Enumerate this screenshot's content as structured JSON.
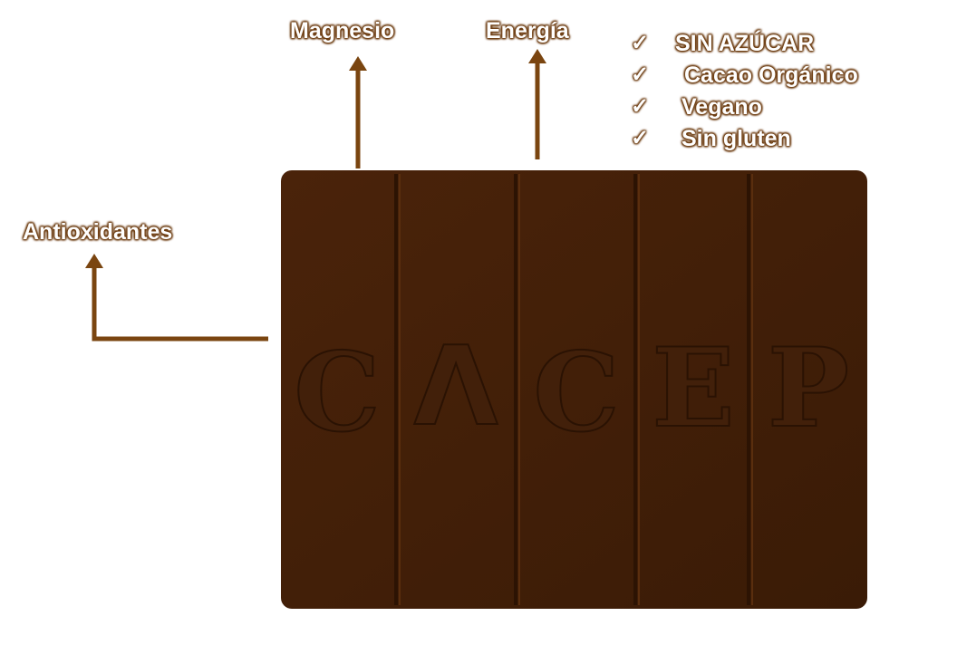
{
  "labels": {
    "magnesio": "Magnesio",
    "energia": "Energía",
    "antioxidantes": "Antioxidantes"
  },
  "benefits": [
    {
      "icon": "check-icon",
      "glyph": "✓",
      "text": "SIN AZÚCAR"
    },
    {
      "icon": "check-icon",
      "glyph": "✓",
      "text": "Cacao Orgánico"
    },
    {
      "icon": "check-icon",
      "glyph": "✓",
      "text": "Vegano"
    },
    {
      "icon": "check-icon",
      "glyph": "✓",
      "text": "Sin gluten"
    }
  ],
  "chocolate_bar": {
    "embossed_logo": "CACEP",
    "segments": 5
  },
  "colors": {
    "chocolate": "#42200a",
    "arrow": "#7a4510",
    "label_outline": "#6b3a0e"
  }
}
